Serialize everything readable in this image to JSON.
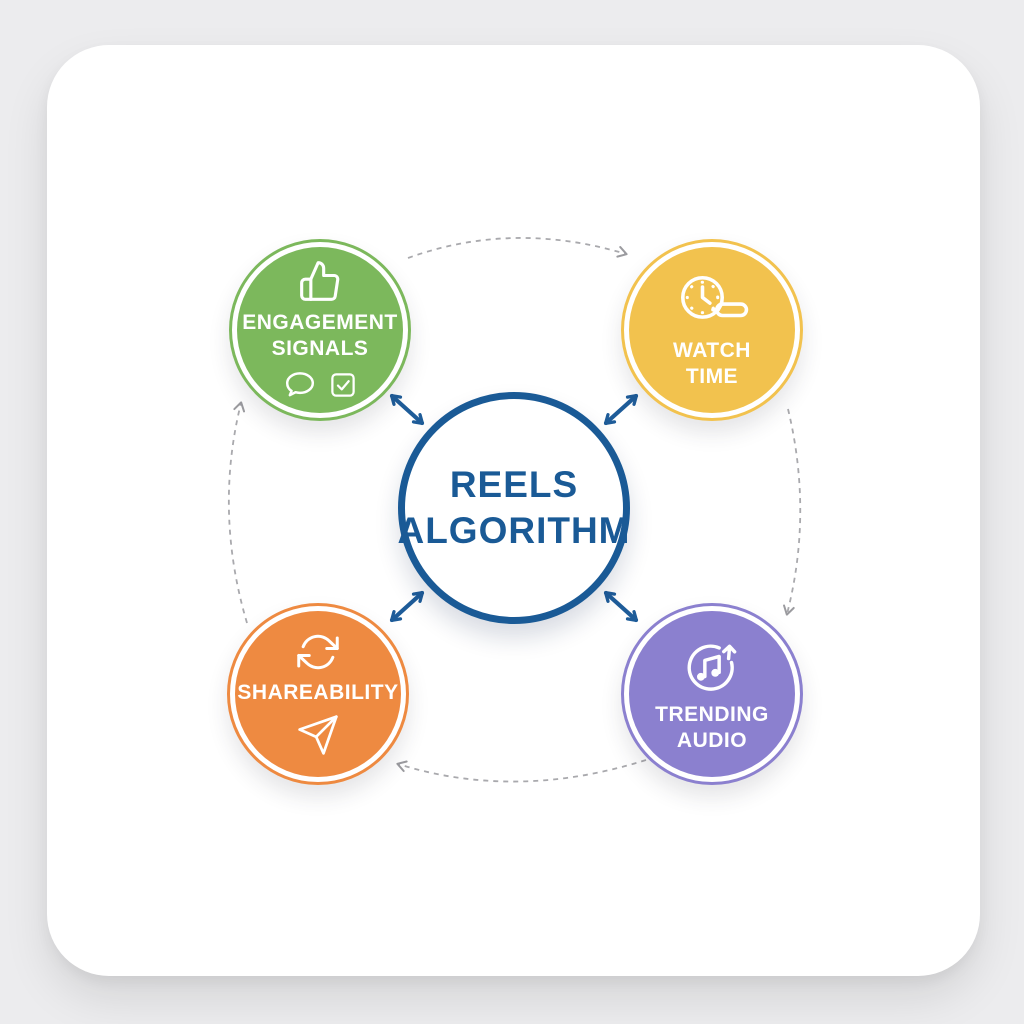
{
  "page": {
    "background_color": "#ececee",
    "card_color": "#ffffff"
  },
  "diagram": {
    "center": {
      "label_line1": "REELS",
      "label_line2": "ALGORITHM",
      "color": "#1a5a96"
    },
    "nodes": [
      {
        "id": "engagement-signals",
        "label_line1": "ENGAGEMENT",
        "label_line2": "SIGNALS",
        "color": "#7cb85c",
        "icons": [
          "thumbs-up-icon",
          "chat-bubble-icon",
          "check-square-icon"
        ]
      },
      {
        "id": "watch-time",
        "label_line1": "WATCH",
        "label_line2": "TIME",
        "color": "#f2c24e",
        "icons": [
          "clock-duration-icon"
        ]
      },
      {
        "id": "shareability",
        "label_line1": "SHAREABILITY",
        "label_line2": "",
        "color": "#ee8a41",
        "icons": [
          "refresh-icon",
          "paper-plane-icon"
        ]
      },
      {
        "id": "trending-audio",
        "label_line1": "TRENDING",
        "label_line2": "AUDIO",
        "color": "#8b80cf",
        "icons": [
          "trending-music-icon"
        ]
      }
    ],
    "links": {
      "center_arrow_color": "#1e5c99",
      "cycle_arc_color": "#a9a9ad",
      "cycle_direction": "clockwise"
    }
  }
}
